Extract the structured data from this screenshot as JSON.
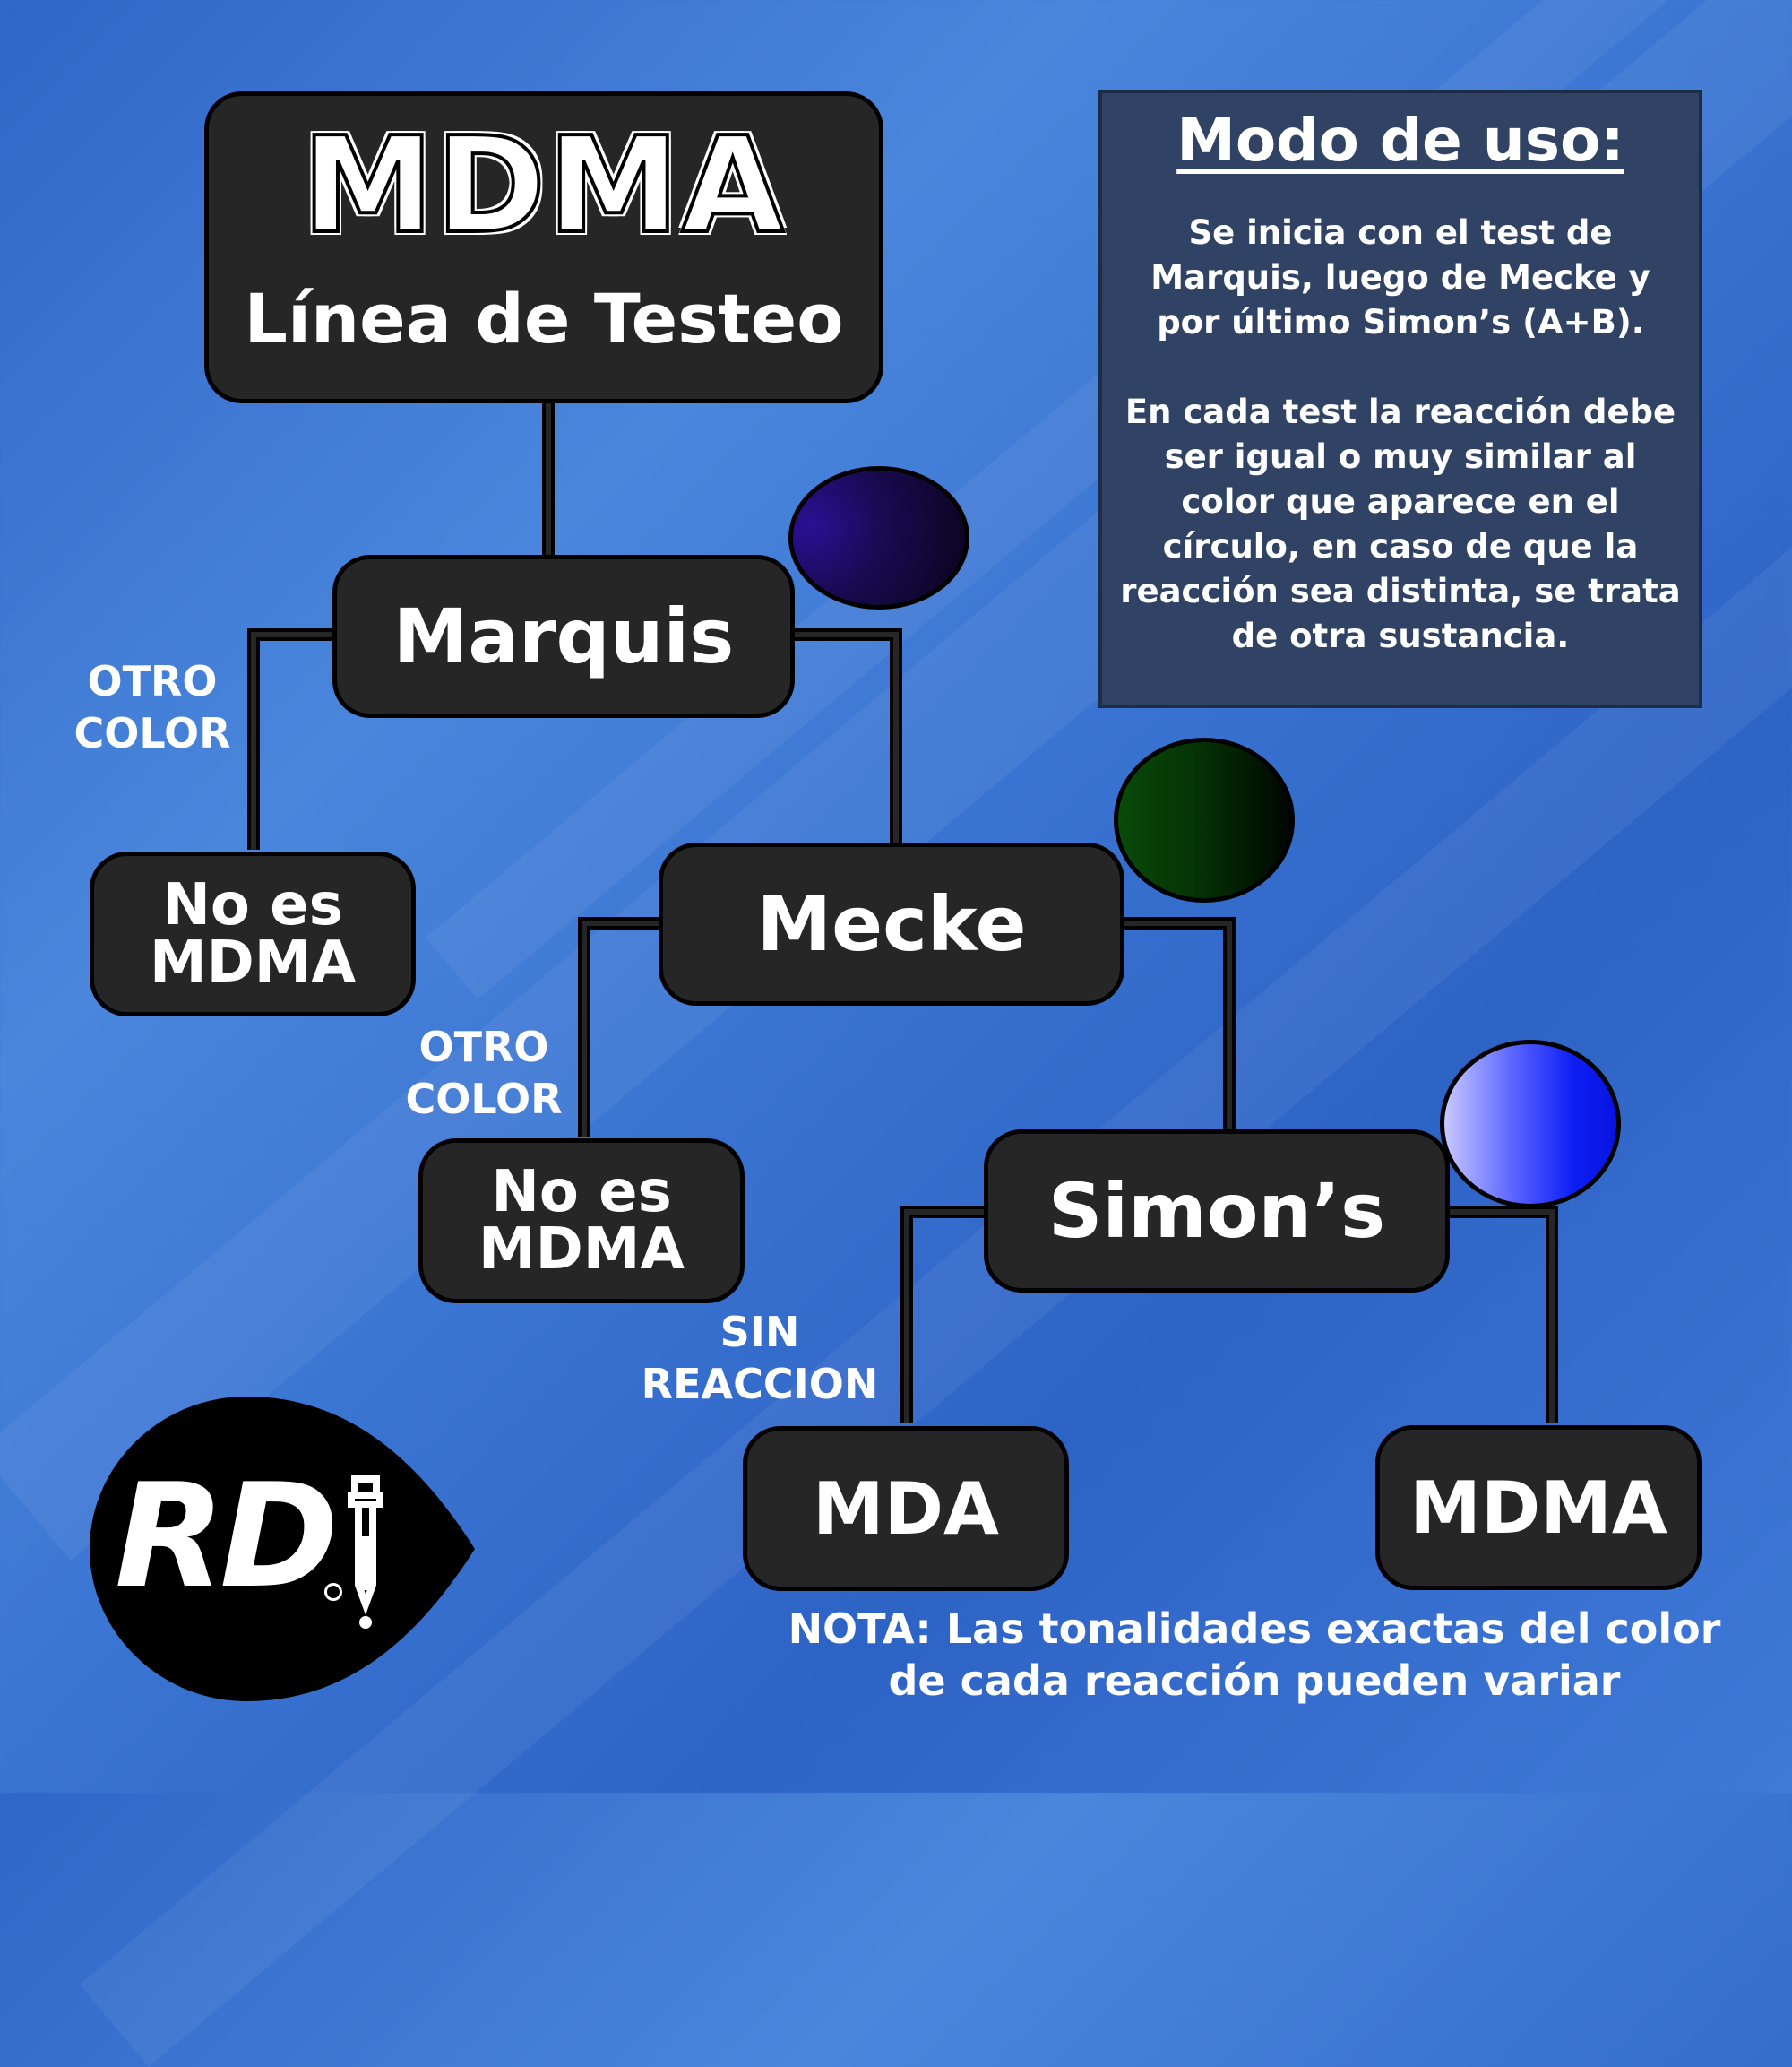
{
  "title": {
    "main": "MDMA",
    "sub": "Línea de Testeo"
  },
  "nodes": {
    "marquis": "Marquis",
    "mecke": "Mecke",
    "simons": "Simon’s",
    "no_mdma_1_line1": "No es",
    "no_mdma_1_line2": "MDMA",
    "no_mdma_2_line1": "No es",
    "no_mdma_2_line2": "MDMA",
    "mda": "MDA",
    "mdma": "MDMA"
  },
  "branch_labels": {
    "otro_color_1_line1": "OTRO",
    "otro_color_1_line2": "COLOR",
    "otro_color_2_line1": "OTRO",
    "otro_color_2_line2": "COLOR",
    "sin_reaccion_line1": "SIN",
    "sin_reaccion_line2": "REACCION"
  },
  "info": {
    "heading": "Modo de uso:",
    "paragraph1": "Se inicia con el test de Marquis, luego de Mecke y por último Simon’s (A+B).",
    "paragraph2": "En cada test la reacción debe ser igual o muy similar al color que aparece en el círculo, en caso de que la reacción sea distinta, se trata de otra sustancia."
  },
  "note": {
    "line1": "NOTA: Las tonalidades exactas del color",
    "line2": "de cada reacción pueden variar"
  },
  "logo": {
    "text": "RD"
  },
  "colors": {
    "marquis_reaction": "#1e0d78",
    "mecke_reaction": "#063d06",
    "simons_reaction": "#0d1ef5"
  }
}
